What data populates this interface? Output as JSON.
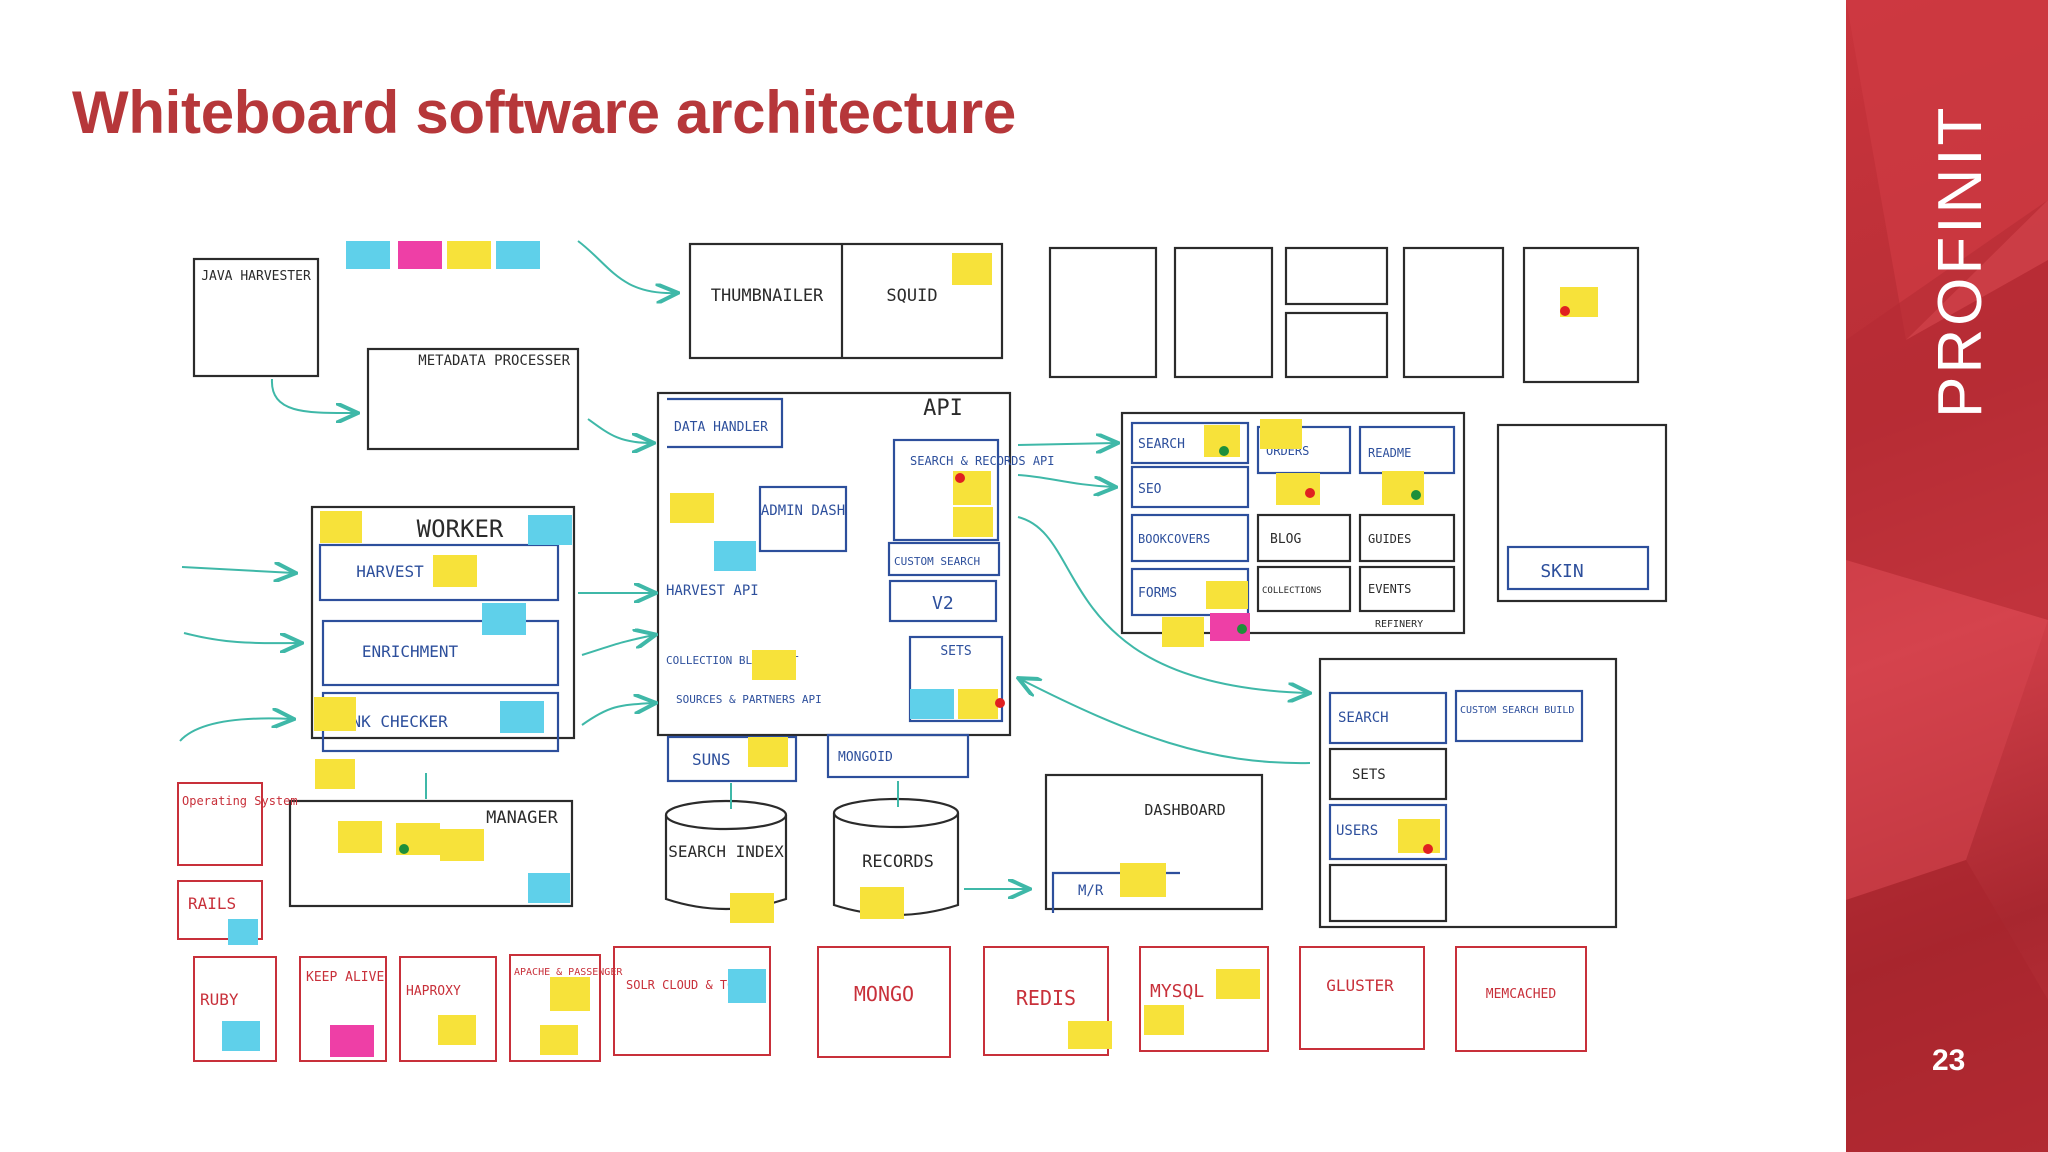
{
  "slide": {
    "title": "Whiteboard software architecture",
    "brand": "PROFINIT",
    "page_number": "23"
  },
  "colors": {
    "title": "#b6373a",
    "band": "#c0323a",
    "ink": "#2b2b2b",
    "blue_ink": "#2d4f9c",
    "red_ink": "#c8303a",
    "arrow": "#3fb8a8",
    "sticky_yellow": "#f7e23a",
    "sticky_cyan": "#5fd0ea",
    "sticky_pink": "#ee3fa6",
    "dot_red": "#e02020",
    "dot_green": "#1e8f3a"
  },
  "board": {
    "java_harvester": "JAVA HARVESTER",
    "metadata_processer": "METADATA PROCESSER",
    "thumbnailer": "THUMBNAILER",
    "squid": "SQUID",
    "api": "API",
    "data_handler": "DATA HANDLER",
    "admin_dash": "ADMIN DASH",
    "search_records_api": "SEARCH & RECORDS API",
    "custom_search": "CUSTOM SEARCH",
    "v2": "V2",
    "sets": "SETS",
    "harvest_api": "HARVEST API",
    "collection_blacklist": "COLLECTION BLACKLIST",
    "sources_partners_api": "SOURCES & PARTNERS API",
    "sunspot": "SUNS",
    "mongoid": "MONGOID",
    "worker": "WORKER",
    "harvest": "HARVEST",
    "enrichment": "ENRICHMENT",
    "link_checker": "LINK CHECKER",
    "manager": "MANAGER",
    "search_index": "SEARCH INDEX",
    "records": "RECORDS",
    "dashboard": "DASHBOARD",
    "mr": "M/R",
    "frontend": {
      "search": "SEARCH",
      "seo": "SEO",
      "bookcovers": "BOOKCOVERS",
      "forms": "FORMS",
      "orders": "ORDERS",
      "readme": "README",
      "blog": "BLOG",
      "guides": "GUIDES",
      "collections": "COLLECTIONS",
      "events": "EVENTS",
      "refinery": "REFINERY"
    },
    "skin": "SKIN",
    "search_app": {
      "search": "SEARCH",
      "custom_search_build": "CUSTOM SEARCH BUILD",
      "sets": "SETS",
      "users": "USERS"
    },
    "operating_system": "Operating System",
    "rails": "RAILS",
    "infra": [
      "RUBY",
      "KEEP ALIVE",
      "HAPROXY",
      "APACHE & PASSENGER",
      "SOLR CLOUD & TOMCAT",
      "MONGO",
      "REDIS",
      "MYSQL",
      "GLUSTER",
      "MEMCACHED"
    ]
  }
}
